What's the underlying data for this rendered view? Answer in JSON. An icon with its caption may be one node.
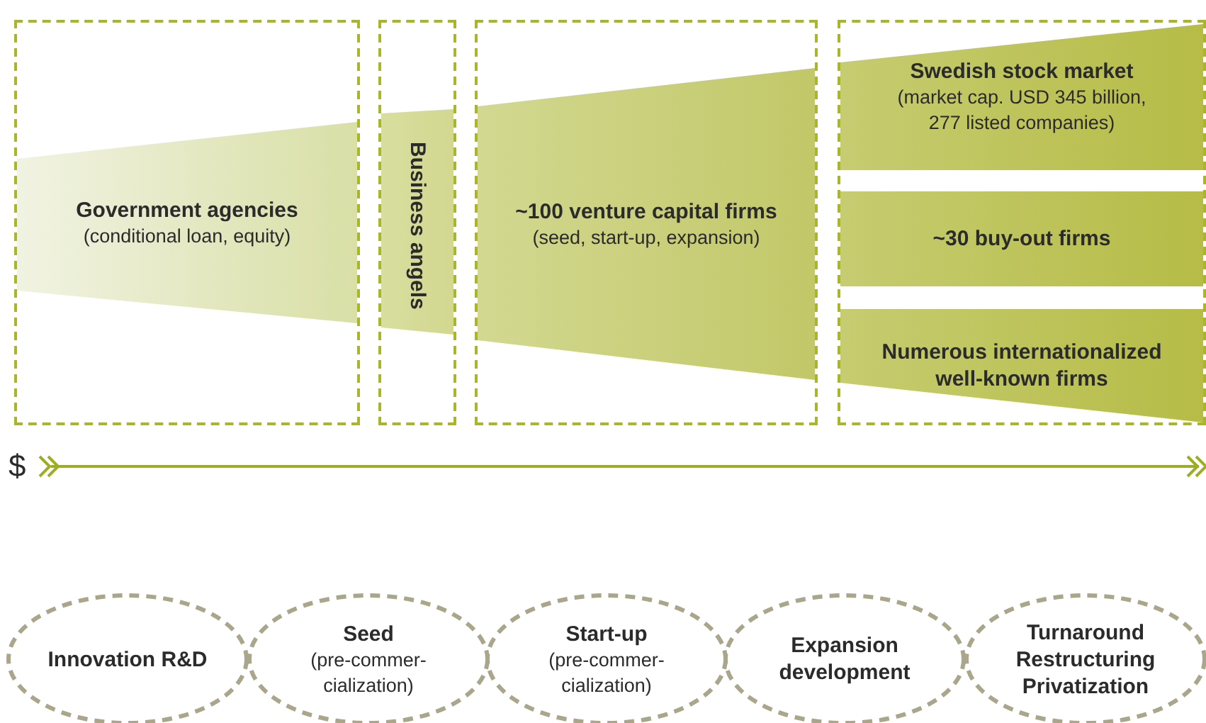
{
  "diagram": {
    "nodes": [
      {
        "text": [],
        "shape": "box"
      },
      {
        "text": [
          "Government agencies",
          "(conditional loan, equity)"
        ],
        "in": 0
      },
      {
        "text": [],
        "shape": "box"
      },
      {
        "text": [
          "Business angels"
        ],
        "in": 2
      },
      {
        "text": [],
        "shape": "box"
      },
      {
        "text": [
          "~100 venture capital firms",
          "(seed, start-up, expansion)"
        ],
        "in": 4
      },
      {
        "text": [],
        "shape": "box"
      },
      {
        "text": [
          "Swedish stock market",
          "(market cap. USD 345 billion, 277 listed companies)"
        ],
        "in": 6
      },
      {
        "text": [
          "~30 buy-out firms"
        ],
        "in": 6
      },
      {
        "text": [
          "Numerous internationalized well-known firms"
        ],
        "in": 6
      },
      {
        "text": [
          "Innovation R&D"
        ]
      },
      {
        "text": [
          "Seed",
          "(pre-commer- cialization)"
        ]
      },
      {
        "text": [
          "Start-up",
          "(pre-commer- cialization)"
        ]
      },
      {
        "text": [
          "Expansion development"
        ]
      },
      {
        "text": [
          "Turnaround Restructuring Privatization"
        ]
      }
    ],
    "edges": [],
    "labels": [
      "$"
    ]
  }
}
